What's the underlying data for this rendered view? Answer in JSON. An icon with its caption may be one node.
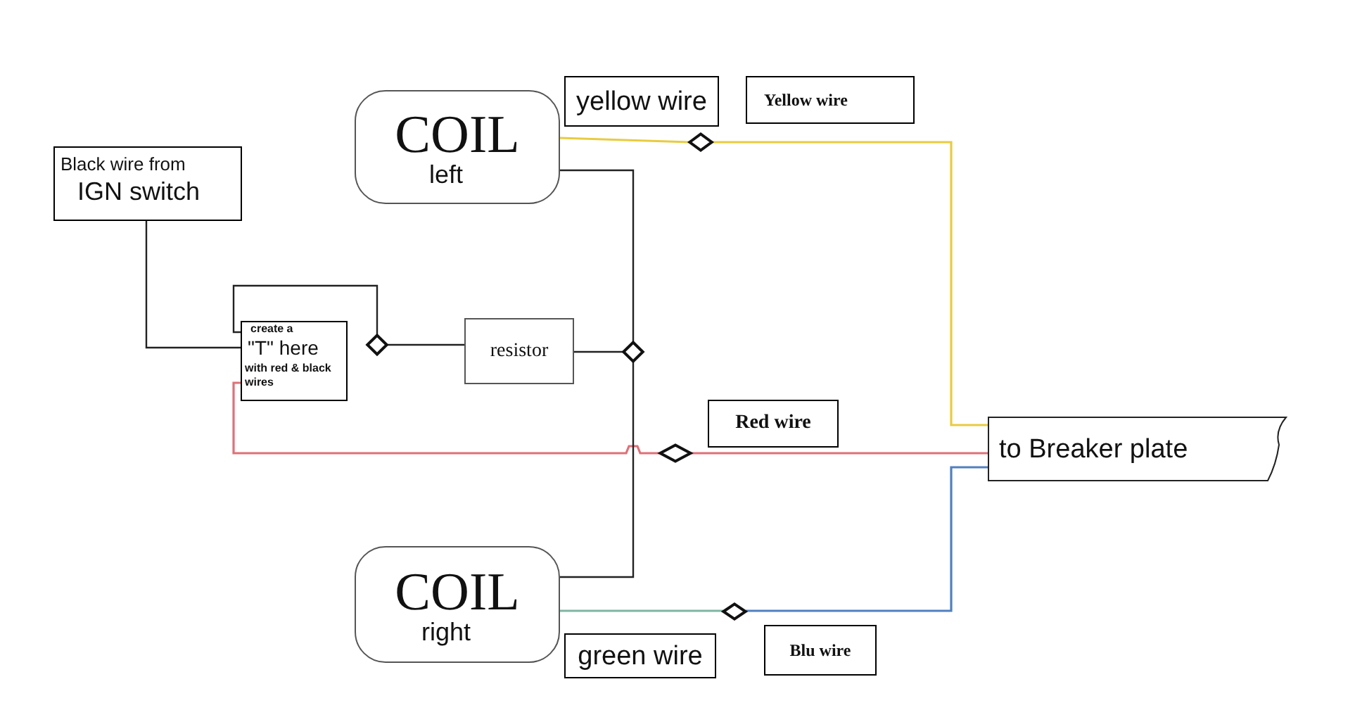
{
  "diagram": {
    "nodes": [
      {
        "text": [
          "yellow wire"
        ]
      },
      {
        "text": [
          "Yellow wire"
        ]
      },
      {
        "text": [
          "COIL",
          "left"
        ]
      },
      {
        "text": [],
        "shape": "diamond"
      },
      {
        "text": [
          "Black wire from",
          "IGN switch"
        ]
      },
      {
        "text": [
          "create a",
          "\"T\" here",
          "with red & black wires"
        ]
      },
      {
        "text": [],
        "shape": "diamond"
      },
      {
        "text": [
          "resistor"
        ]
      },
      {
        "text": [],
        "shape": "diamond"
      },
      {
        "text": [
          "Red wire"
        ]
      },
      {
        "text": [],
        "shape": "diamond"
      },
      {
        "text": [
          "to Breaker plate"
        ]
      },
      {
        "text": [
          "COIL",
          "right"
        ]
      },
      {
        "text": [],
        "shape": "diamond"
      },
      {
        "text": [
          "Blu wire"
        ]
      },
      {
        "text": [
          "green wire"
        ]
      }
    ],
    "edges": [
      {
        "from": 4,
        "to": 5,
        "arrow": "none"
      },
      {
        "from": 5,
        "to": 6,
        "arrow": "none"
      },
      {
        "from": 5,
        "to": 10,
        "arrow": "none",
        "color": "#e07078"
      },
      {
        "from": 10,
        "to": 11,
        "arrow": "none",
        "color": "#e07078"
      },
      {
        "from": 6,
        "to": 7,
        "arrow": "none"
      },
      {
        "from": 7,
        "to": 8,
        "arrow": "none"
      },
      {
        "from": 2,
        "to": 8,
        "arrow": "none"
      },
      {
        "from": 8,
        "to": 12,
        "arrow": "none"
      },
      {
        "from": 2,
        "to": 3,
        "arrow": "none",
        "color": "#e8cc40"
      },
      {
        "from": 3,
        "to": 11,
        "arrow": "none",
        "color": "#e8cc40"
      },
      {
        "from": 12,
        "to": 13,
        "arrow": "none",
        "color": "#80b4a4"
      },
      {
        "from": 13,
        "to": 11,
        "arrow": "none",
        "color": "#5080c0"
      }
    ]
  }
}
